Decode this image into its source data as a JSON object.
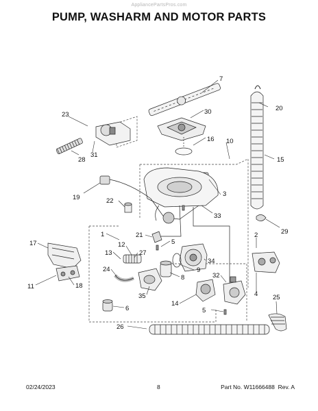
{
  "watermark": "AppliancePartsPros.com",
  "title": "PUMP, WASHARM AND MOTOR PARTS",
  "callouts": [
    "7",
    "20",
    "23",
    "30",
    "31",
    "16",
    "28",
    "10",
    "15",
    "19",
    "22",
    "3",
    "33",
    "29",
    "1",
    "21",
    "5",
    "17",
    "12",
    "27",
    "34",
    "13",
    "2",
    "9",
    "24",
    "8",
    "11",
    "18",
    "32",
    "4",
    "35",
    "14",
    "6",
    "5",
    "25",
    "26"
  ],
  "footer": {
    "date": "02/24/2023",
    "page": "8",
    "part_label": "Part No. W11666488",
    "rev": "Rev. A"
  }
}
